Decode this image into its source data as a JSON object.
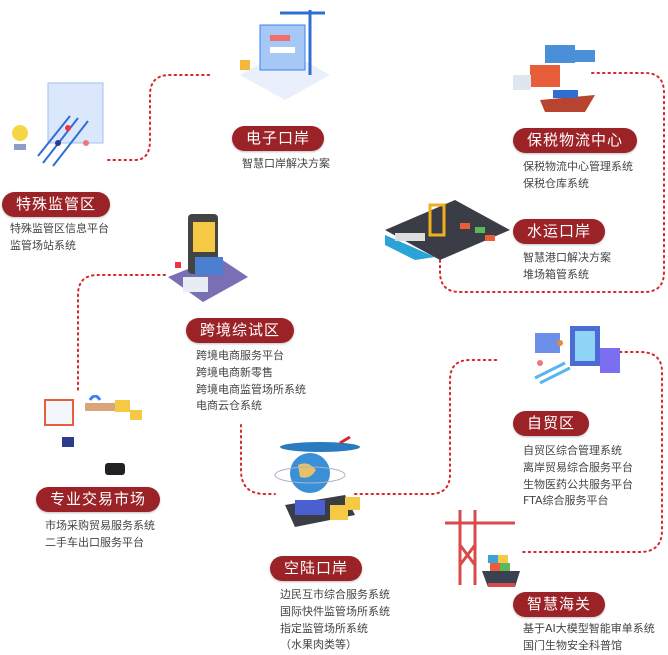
{
  "accent_color": "#9b2226",
  "nodes": {
    "special_zone": {
      "title": "特殊监管区",
      "items": [
        "特殊监管区信息平台",
        "监管场站系统"
      ],
      "icon": "staircase-people-illustration"
    },
    "e_port": {
      "title": "电子口岸",
      "items": [
        "智慧口岸解决方案"
      ],
      "icon": "crane-screen-illustration"
    },
    "bonded": {
      "title": "保税物流中心",
      "items": [
        "保税物流中心管理系统",
        "保税仓库系统"
      ],
      "icon": "trucks-ship-illustration"
    },
    "water_port": {
      "title": "水运口岸",
      "items": [
        "智慧港口解决方案",
        "堆场箱管系统"
      ],
      "icon": "container-port-illustration"
    },
    "cross_border": {
      "title": "跨境综试区",
      "items": [
        "跨境电商服务平台",
        "跨境电商新零售",
        "跨境电商监管场所系统",
        "电商云仓系统"
      ],
      "icon": "phone-shop-illustration"
    },
    "ftz": {
      "title": "自贸区",
      "items": [
        "自贸区综合管理系统",
        "离岸贸易综合服务平台",
        "生物医药公共服务平台",
        "FTA综合服务平台"
      ],
      "icon": "data-platform-illustration"
    },
    "market": {
      "title": "专业交易市场",
      "items": [
        "市场采购贸易服务系统",
        "二手车出口服务平台"
      ],
      "icon": "warehouse-robot-illustration"
    },
    "air_land": {
      "title": "空陆口岸",
      "items": [
        "边民互市综合服务系统",
        "国际快件监管场所系统",
        "指定监管场所系统",
        "（水果肉类等）"
      ],
      "icon": "plane-globe-truck-illustration"
    },
    "customs": {
      "title": "智慧海关",
      "items": [
        "基于AI大模型智能审单系统",
        "国门生物安全科普馆"
      ],
      "icon": "crane-cargo-ship-illustration"
    }
  }
}
